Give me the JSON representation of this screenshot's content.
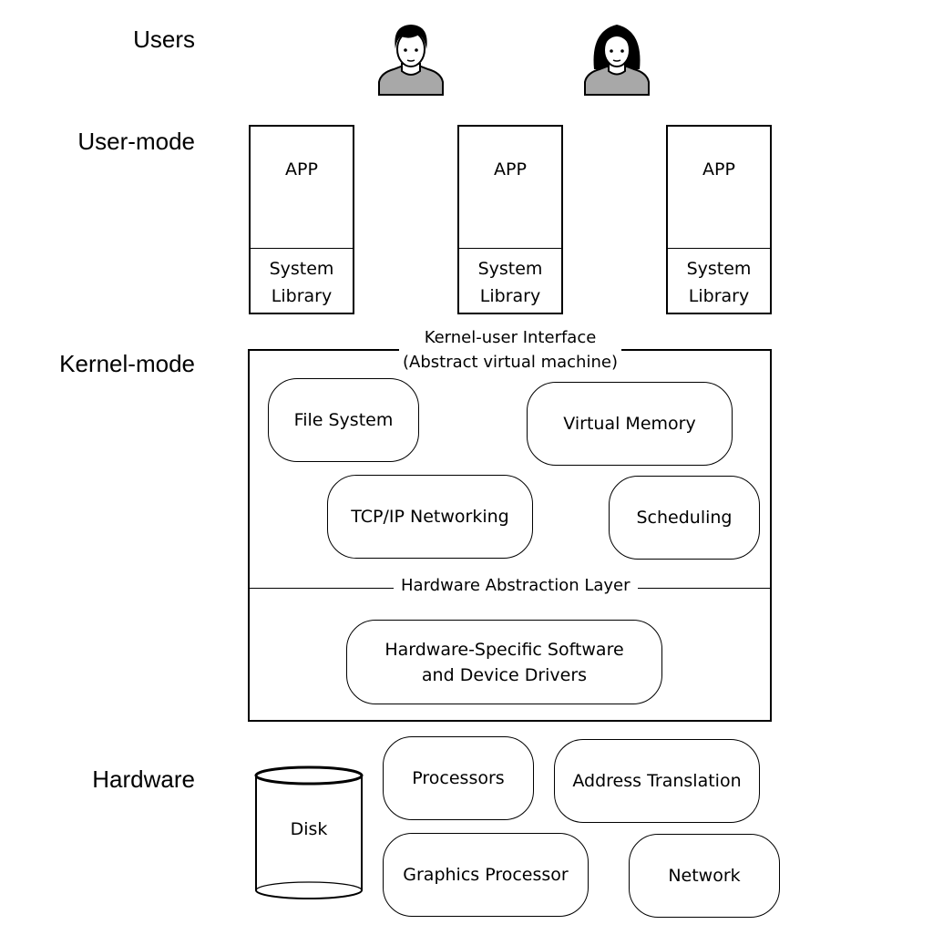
{
  "layers": {
    "users": "Users",
    "user_mode": "User-mode",
    "kernel_mode": "Kernel-mode",
    "hardware": "Hardware"
  },
  "apps": [
    {
      "app": "APP",
      "lib_line1": "System",
      "lib_line2": "Library"
    },
    {
      "app": "APP",
      "lib_line1": "System",
      "lib_line2": "Library"
    },
    {
      "app": "APP",
      "lib_line1": "System",
      "lib_line2": "Library"
    }
  ],
  "kernel": {
    "interface_line1": "Kernel-user Interface",
    "interface_line2": "(Abstract virtual machine)",
    "file_system": "File System",
    "virtual_memory": "Virtual Memory",
    "tcpip": "TCP/IP Networking",
    "scheduling": "Scheduling",
    "hal": "Hardware Abstraction Layer",
    "drivers_line1": "Hardware-Specific Software",
    "drivers_line2": "and Device Drivers"
  },
  "hardware": {
    "disk": "Disk",
    "processors": "Processors",
    "address_translation": "Address Translation",
    "graphics": "Graphics Processor",
    "network": "Network"
  }
}
